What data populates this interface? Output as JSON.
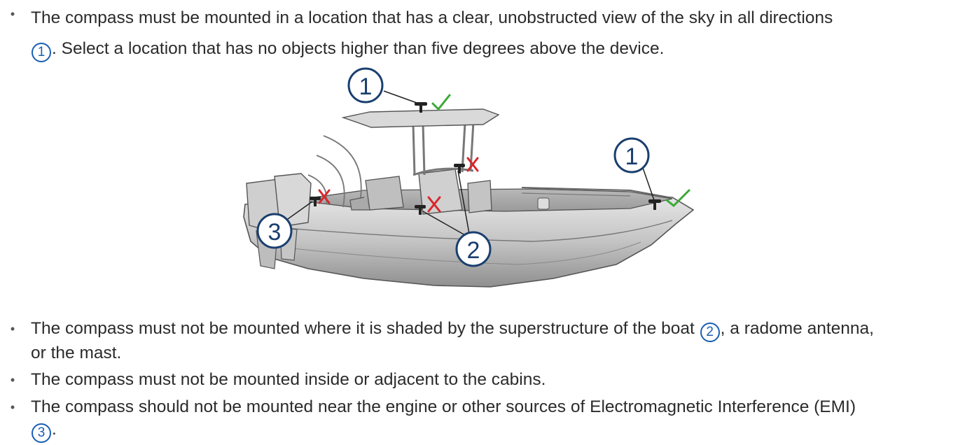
{
  "bullets": [
    {
      "before": "The compass must be mounted in a location that has a clear, unobstructed view of the sky in all directions",
      "callout": "1",
      "after": ". Select a location that has no objects higher than five degrees above the device."
    },
    {
      "before": "The compass must not be mounted where it is shaded by the superstructure of the boat",
      "callout": "2",
      "after": ", a radome antenna, or the mast."
    },
    {
      "before": "The compass must not be mounted inside or adjacent to the cabins.",
      "callout": "",
      "after": ""
    },
    {
      "before": "The compass should not be mounted near the engine or other sources of Electromagnetic Interference (EMI)",
      "callout": "3",
      "after": "."
    }
  ],
  "figure": {
    "callouts": {
      "top": "1",
      "bow": "1",
      "console": "2",
      "stern": "3"
    },
    "ok_color": "#3aa935",
    "bad_color": "#d9262b",
    "callout_color": "#1a5fb4"
  }
}
